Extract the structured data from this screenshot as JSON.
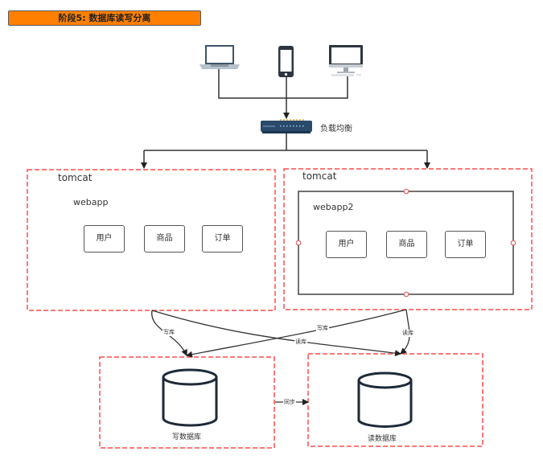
{
  "title": "阶段5: 数据库读写分离",
  "clients": [
    {
      "name": "laptop",
      "icon": "laptop-icon"
    },
    {
      "name": "phone",
      "icon": "phone-icon"
    },
    {
      "name": "desktop",
      "icon": "desktop-icon"
    }
  ],
  "load_balancer": {
    "label": "负载均衡",
    "icon": "switch-icon"
  },
  "tomcat_left": {
    "label": "tomcat",
    "webapp_label": "webapp",
    "modules": [
      "用户",
      "商品",
      "订单"
    ]
  },
  "tomcat_right": {
    "label": "tomcat",
    "webapp_label": "webapp2",
    "modules": [
      "用户",
      "商品",
      "订单"
    ]
  },
  "edges": {
    "left_write": "写库",
    "left_read": "读库",
    "right_write": "写库",
    "right_read": "读库",
    "sync": "同步"
  },
  "databases": {
    "write_db": "写数据库",
    "read_db": "读数据库"
  },
  "colors": {
    "title_bg": "#ff8000",
    "dashed_border": "#ff4d4d",
    "line": "#333333",
    "db_stroke": "#1e2a38",
    "switch_body": "#2a4a6b"
  }
}
